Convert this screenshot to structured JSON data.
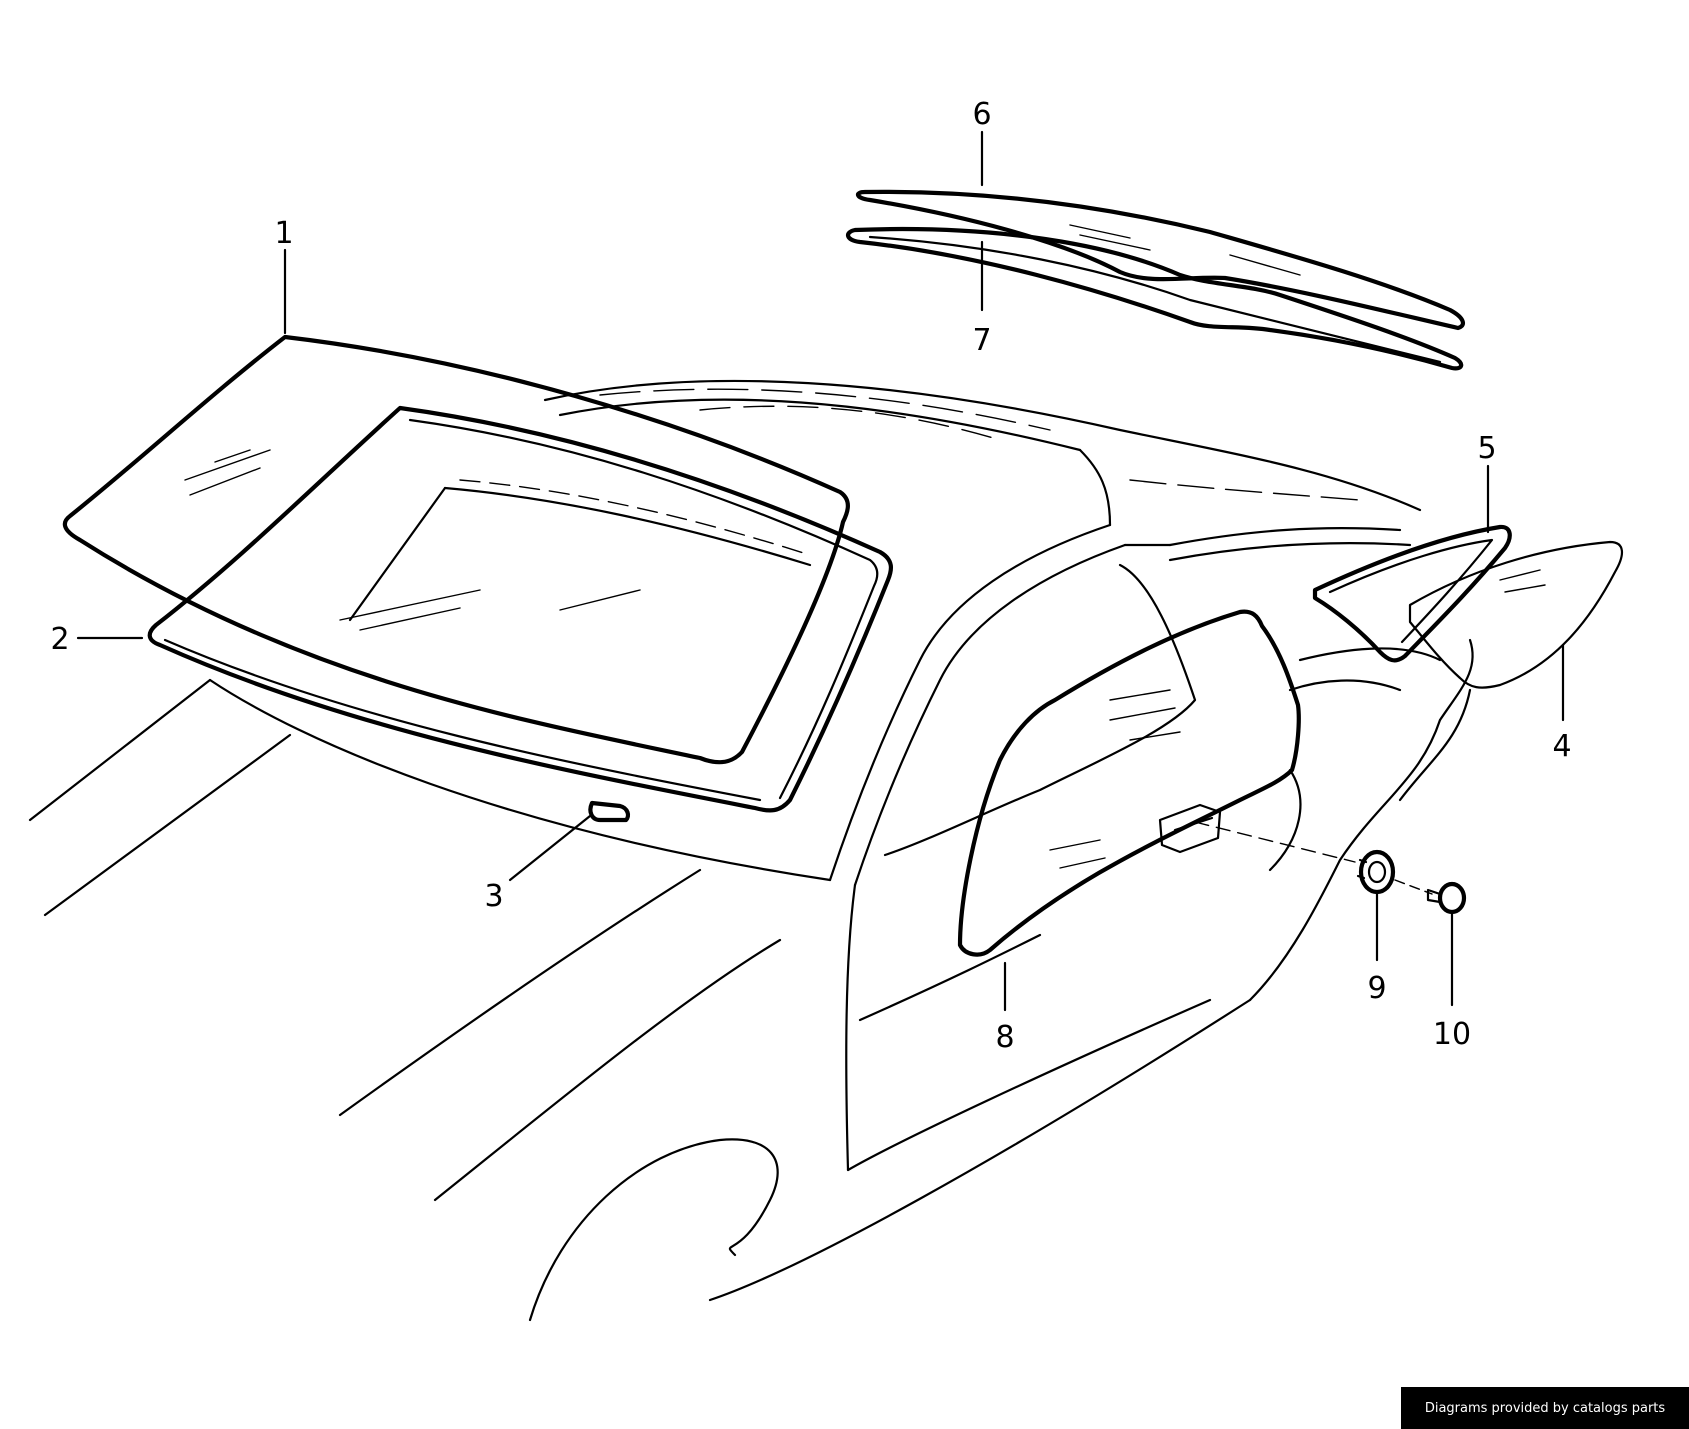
{
  "callouts": [
    {
      "id": "1",
      "label": "1"
    },
    {
      "id": "2",
      "label": "2"
    },
    {
      "id": "3",
      "label": "3"
    },
    {
      "id": "4",
      "label": "4"
    },
    {
      "id": "5",
      "label": "5"
    },
    {
      "id": "6",
      "label": "6"
    },
    {
      "id": "7",
      "label": "7"
    },
    {
      "id": "8",
      "label": "8"
    },
    {
      "id": "9",
      "label": "9"
    },
    {
      "id": "10",
      "label": "10"
    }
  ],
  "credit": "Diagrams provided by catalogs parts"
}
